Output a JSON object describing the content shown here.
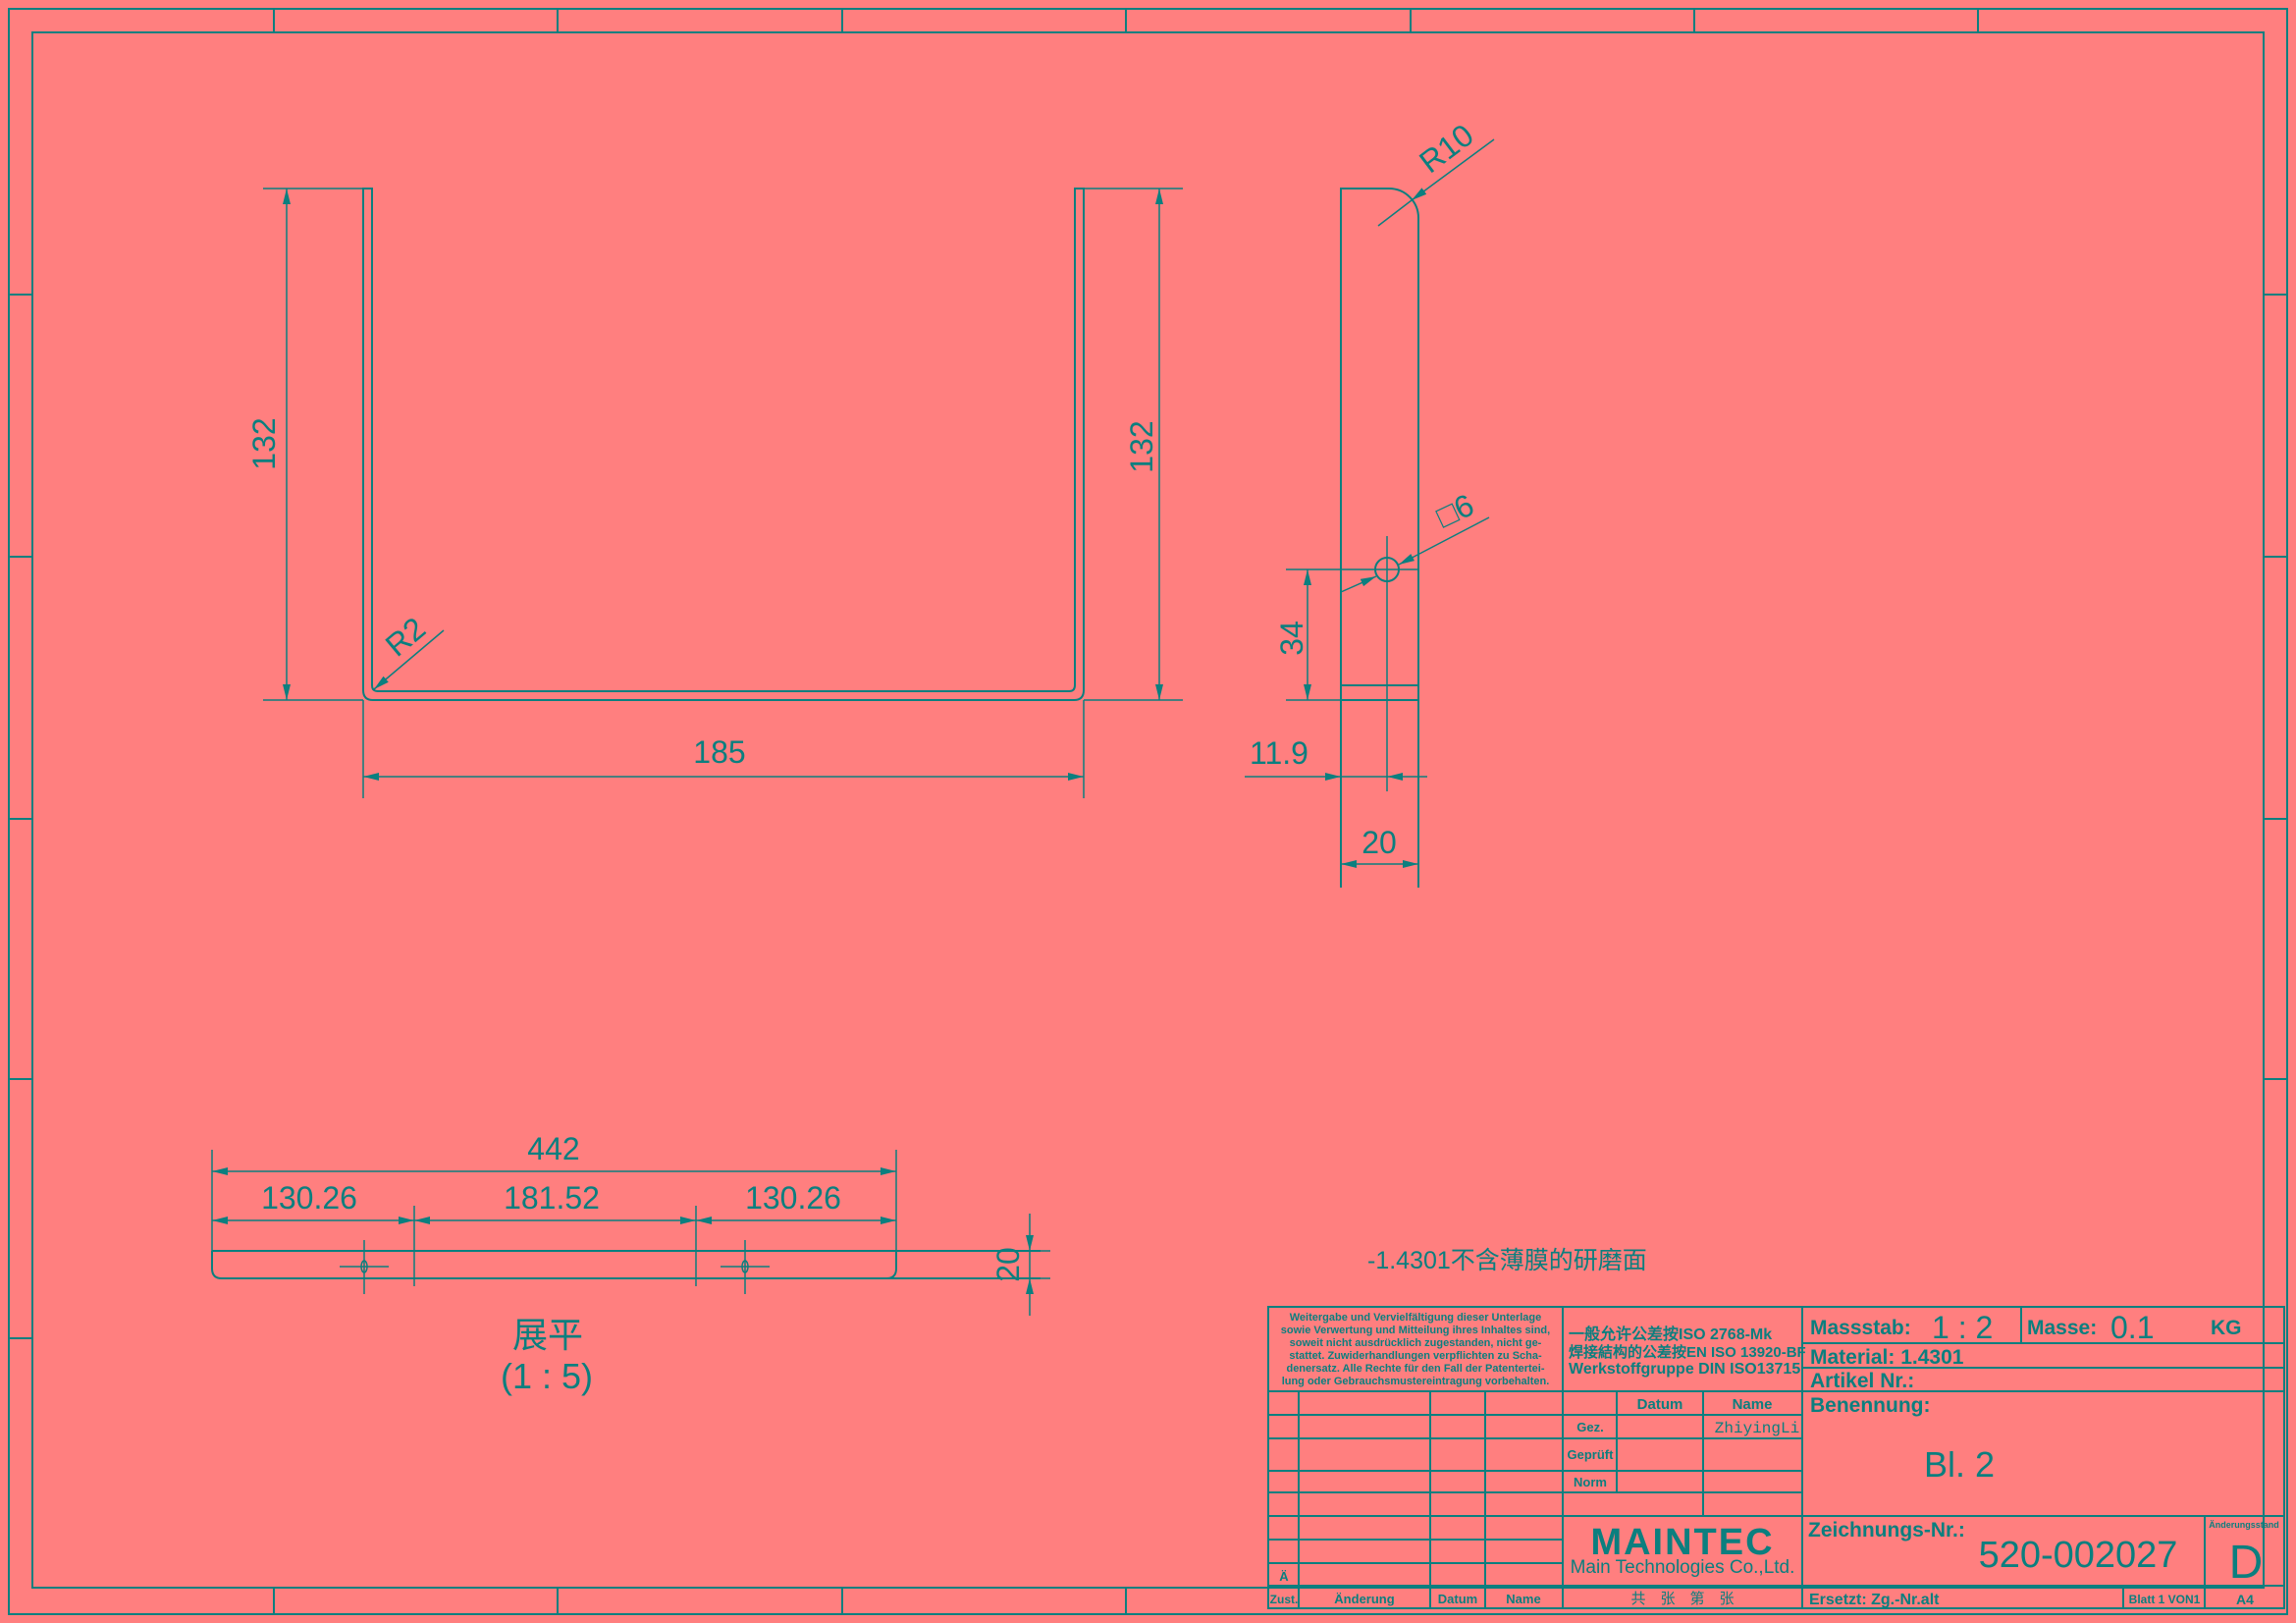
{
  "colors": {
    "background": "#ff7f7f",
    "line": "#0b7f7f"
  },
  "front_view": {
    "height_left": "132",
    "height_right": "132",
    "width": "185",
    "bend_radius": "R2"
  },
  "side_view": {
    "corner_radius": "R10",
    "hole_size": "□6",
    "hole_height": "34",
    "hole_offset": "11.9",
    "width": "20"
  },
  "flat_pattern": {
    "total_length": "442",
    "segment_1": "130.26",
    "segment_2": "181.52",
    "segment_3": "130.26",
    "height": "20",
    "label": "展平",
    "scale": "(1 : 5)"
  },
  "note": "-1.4301不含薄膜的研磨面",
  "title_block": {
    "legal_text": [
      "Weitergabe und Vervielfältigung dieser Unterlage",
      "sowie Verwertung und Mitteilung ihres Inhaltes sind,",
      "soweit nicht ausdrücklich zugestanden, nicht ge-",
      "stattet. Zuwiderhandlungen verpflichten zu Scha-",
      "denersatz. Alle Rechte für den Fall der Patentertei-",
      "lung oder Gebrauchsmustereintragung vorbehalten."
    ],
    "tolerances": [
      "一般允许公差按ISO 2768-Mk",
      "焊接結构的公差按EN ISO 13920-BF",
      "Werkstoffgruppe DIN ISO13715"
    ],
    "datum_header": "Datum",
    "name_header": "Name",
    "gez_label": "Gez.",
    "gez_name": "ZhiyingLi",
    "geprueft_label": "Geprüft",
    "norm_label": "Norm",
    "company_logo": "MAINTEC",
    "company_name": "Main Technologies Co.,Ltd.",
    "sheet_cn": "共　张　第　张",
    "revision_marker": "Ä",
    "rev_columns": {
      "zust": "Zust.",
      "aenderung": "Änderung",
      "datum": "Datum",
      "name": "Name"
    },
    "massstab_label": "Massstab:",
    "massstab_value": "1 : 2",
    "masse_label": "Masse:",
    "masse_value": "0.1",
    "masse_unit": "KG",
    "material": "Material: 1.4301",
    "artikel": "Artikel Nr.:",
    "benennung_label": "Benennung:",
    "benennung_value": "Bl. 2",
    "zeichnungs_label": "Zeichnungs-Nr.:",
    "zeichnungs_value": "520-002027",
    "aenderungsstand_label": "Änderungsstand",
    "aenderungsstand_value": "D",
    "ersetzt": "Ersetzt: Zg.-Nr.alt",
    "blatt": "Blatt 1 VON1",
    "format": "A4"
  }
}
